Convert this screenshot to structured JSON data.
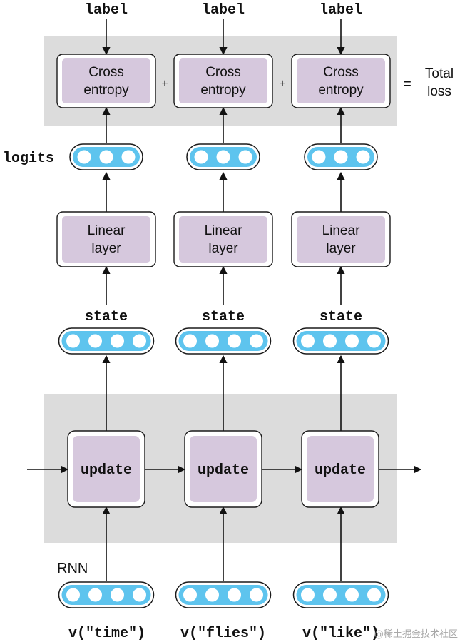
{
  "colors": {
    "panel": "#dcdcdc",
    "box_fill": "#d6c8dd",
    "box_stroke": "#1a1a1a",
    "dot_fill": "#5ec4ee",
    "dot_stroke": "#ffffff",
    "line": "#111111"
  },
  "top_labels": [
    "label",
    "label",
    "label"
  ],
  "cross_entropy_label": [
    "Cross",
    "entropy"
  ],
  "plus_sign": "+",
  "equals_sign": "=",
  "total_loss": [
    "Total",
    "loss"
  ],
  "logits_label": "logits",
  "linear_layer_label": [
    "Linear",
    "layer"
  ],
  "state_label": "state",
  "update_label": "update",
  "rnn_label": "RNN",
  "inputs": [
    "v(\"time\")",
    "v(\"flies\")",
    "v(\"like\")"
  ],
  "logits_dots": 3,
  "state_dots": 4,
  "input_dots": 4,
  "watermark": "@稀土掘金技术社区"
}
